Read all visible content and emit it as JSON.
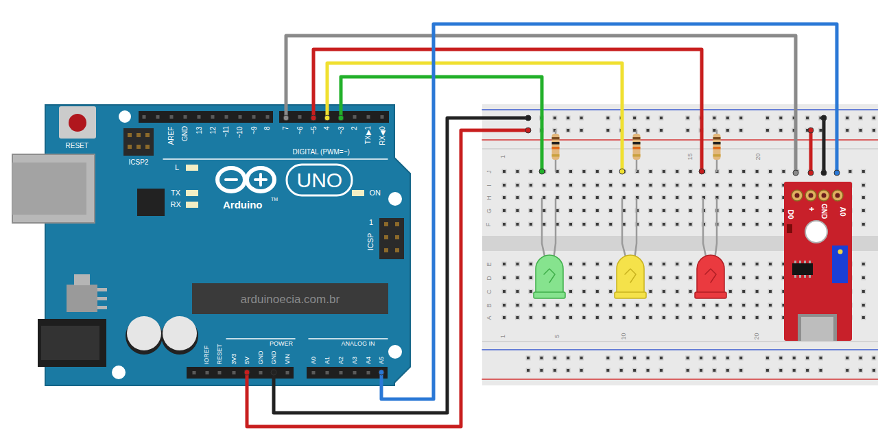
{
  "diagram": {
    "nodes": [
      {
        "text": [
          "RESET",
          "ICSP2",
          "AREF",
          "GND",
          "13",
          "12",
          "~11",
          "~10",
          "~9",
          "8",
          "7",
          "~6",
          "~5",
          "4",
          "~3",
          "2",
          "TX▶1",
          "RX◀0",
          "DIGITAL (PWM=~)",
          "L",
          "TX",
          "RX",
          "UNO",
          "Arduino",
          "TM",
          "ON",
          "1",
          "ICSP",
          "IOREF",
          "RESET",
          "3V3",
          "5V",
          "GND",
          "GND",
          "VIN",
          "POWER",
          "ANALOG IN",
          "A0",
          "A1",
          "A2",
          "A3",
          "A4",
          "A5"
        ]
      },
      {
        "text": [
          "1",
          "15",
          "20",
          "J",
          "I",
          "H",
          "G",
          "F",
          "E",
          "D",
          "C",
          "B",
          "A",
          "1",
          "5",
          "10",
          "20"
        ]
      },
      {
        "text": [
          "D0",
          "+",
          "GND",
          "A0"
        ],
        "in": 1
      }
    ],
    "edges": [
      {
        "from": 0,
        "to": 2,
        "arrow": "none"
      },
      {
        "from": 0,
        "to": 1,
        "arrow": "none"
      },
      {
        "from": 0,
        "to": 1,
        "arrow": "none"
      },
      {
        "from": 0,
        "to": 1,
        "arrow": "none"
      },
      {
        "from": 0,
        "to": 2,
        "arrow": "none"
      },
      {
        "from": 0,
        "to": 1,
        "arrow": "none"
      },
      {
        "from": 0,
        "to": 1,
        "arrow": "none"
      },
      {
        "from": 1,
        "to": 2,
        "arrow": "none"
      },
      {
        "from": 1,
        "to": 2,
        "arrow": "none"
      }
    ],
    "labels": [
      "arduinoecia.com.br"
    ]
  }
}
